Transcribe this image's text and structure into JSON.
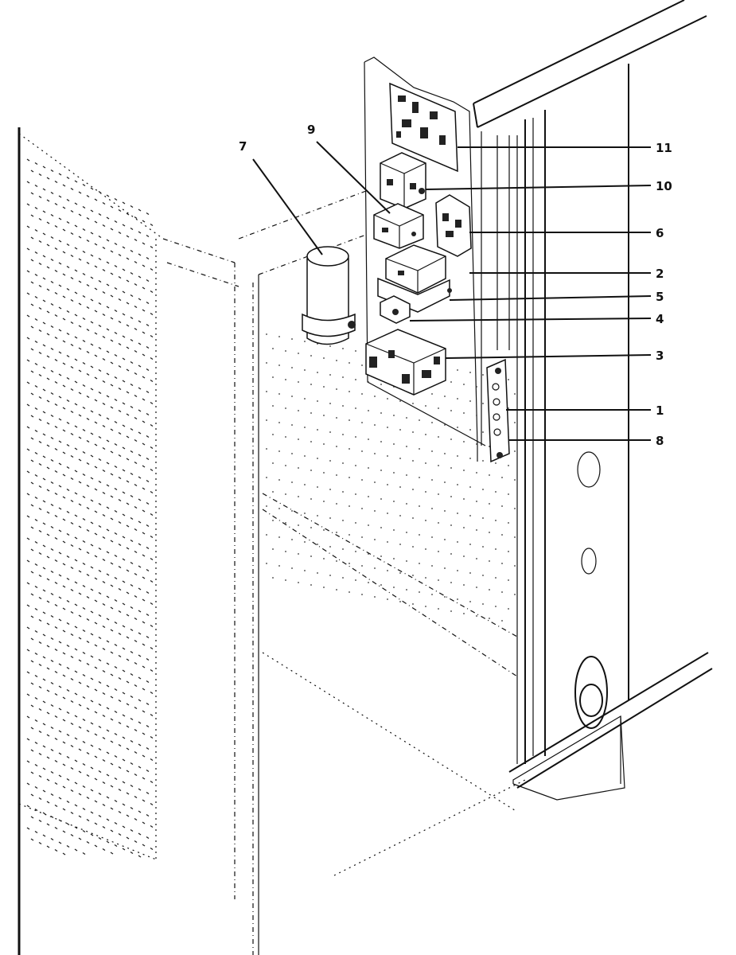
{
  "callouts": [
    {
      "id": "11",
      "label": "11"
    },
    {
      "id": "10",
      "label": "10"
    },
    {
      "id": "6",
      "label": "6"
    },
    {
      "id": "2",
      "label": "2"
    },
    {
      "id": "5",
      "label": "5"
    },
    {
      "id": "4",
      "label": "4"
    },
    {
      "id": "3",
      "label": "3"
    },
    {
      "id": "1",
      "label": "1"
    },
    {
      "id": "8",
      "label": "8"
    },
    {
      "id": "9",
      "label": "9"
    },
    {
      "id": "7",
      "label": "7"
    }
  ],
  "colors": {
    "ink": "#111111",
    "background": "#ffffff"
  }
}
